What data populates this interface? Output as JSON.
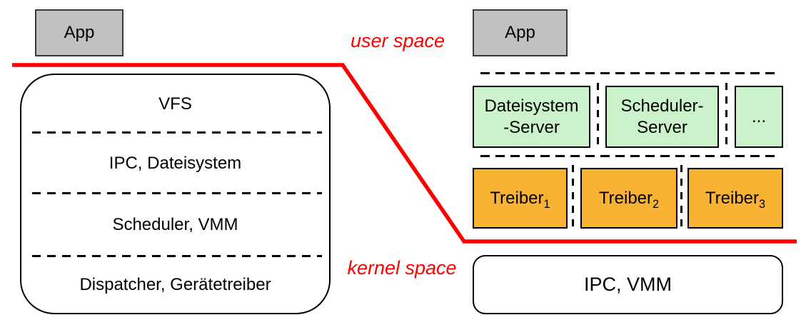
{
  "regions": {
    "user_space_label": "user space",
    "kernel_space_label": "kernel space"
  },
  "colors": {
    "boundary_red": "#ff0000",
    "app_gray": "#c0c0c0",
    "server_green": "#ccf2cc",
    "driver_orange": "#f9b233"
  },
  "monolithic_system": {
    "app_label": "App",
    "kernel_layers": [
      "VFS",
      "IPC, Dateisystem",
      "Scheduler, VMM",
      "Dispatcher, Gerätetreiber"
    ]
  },
  "microkernel_system": {
    "app_label": "App",
    "servers": [
      {
        "line1": "Dateisystem",
        "line2": "-Server"
      },
      {
        "line1": "Scheduler-",
        "line2": "Server"
      },
      {
        "line1": "...",
        "line2": ""
      }
    ],
    "drivers": [
      {
        "name": "Treiber",
        "sub": "1"
      },
      {
        "name": "Treiber",
        "sub": "2"
      },
      {
        "name": "Treiber",
        "sub": "3"
      }
    ],
    "kernel_label": "IPC, VMM"
  }
}
